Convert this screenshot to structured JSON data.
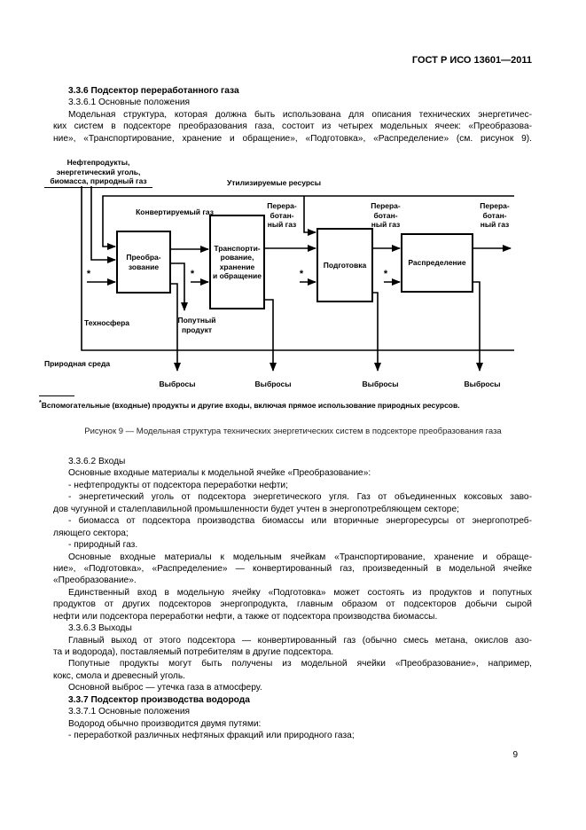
{
  "header": {
    "standard": "ГОСТ Р ИСО 13601—2011"
  },
  "page_number": "9",
  "top": {
    "lines": [
      "3.3.6 Подсектор переработанного газа",
      "3.3.6.1 Основные положения",
      "Модельная структура, которая должна быть использована для описания технических энергетичес-",
      "ких систем в подсекторе преобразования газа, состоит из четырех модельных ячеек: «Преобразова-",
      "ние», «Транспортирование, хранение и обращение», «Подготовка», «Распределение» (см. рисунок 9)."
    ]
  },
  "figure": {
    "input_label": {
      "lines": [
        "Нефтепродукты,",
        "энергетический уголь,",
        "биомасса, природный газ"
      ]
    },
    "utilized_resources": "Утилизируемые ресурсы",
    "converted_gas": "Конвертируемый газ",
    "processed_gas": {
      "lines": [
        "Перера-",
        "ботан-",
        "ный газ"
      ]
    },
    "boxes": {
      "conversion": {
        "lines": [
          "Преобра-",
          "зование"
        ]
      },
      "transport": {
        "lines": [
          "Транспорти-",
          "рование,",
          "хранение",
          "и обращение"
        ]
      },
      "preparation": "Подготовка",
      "distribution": "Распределение"
    },
    "technosphere": "Техносфера",
    "byproduct": {
      "lines": [
        "Попутный",
        "продукт"
      ]
    },
    "natural_environment": "Природная среда",
    "emissions": "Выбросы",
    "asterisk": "*",
    "footnote_marker": "*",
    "footnote": "Вспомогательные (входные) продукты и другие входы, включая прямое использование природных ресурсов.",
    "caption": "Рисунок 9 — Модельная структура технических энергетических систем в подсекторе преобразования газа"
  },
  "bottom": {
    "lines": [
      "3.3.6.2 Входы",
      "Основные входные материалы к модельной ячейке «Преобразование»:",
      "- нефтепродукты от подсектора переработки нефти;",
      "- энергетический уголь от подсектора энергетического угля. Газ от объединенных коксовых заво-",
      "дов чугунной и сталеплавильной промышленности будет учтен в энергопотребляющем секторе;",
      "- биомасса от подсектора производства биомассы или вторичные энергоресурсы от энергопотреб-",
      "ляющего сектора;",
      "- природный газ.",
      "Основные входные материалы к модельным ячейкам «Транспортирование, хранение и обраще-",
      "ние», «Подготовка», «Распределение» — конвертированный газ, произведенный в модельной ячейке",
      "«Преобразование».",
      "Единственный вход в модельную ячейку «Подготовка» может состоять из продуктов и попутных",
      "продуктов от других подсекторов энергопродукта, главным образом от подсекторов добычи сырой",
      "нефти или подсектора переработки нефти, а также от подсектора производства биомассы.",
      "3.3.6.3 Выходы",
      "Главный выход от этого подсектора — конвертированный газ (обычно смесь метана, окислов азо-",
      "та и водорода), поставляемый потребителям в другие подсектора.",
      "Попутные продукты могут быть получены из модельной ячейки «Преобразование», например,",
      "кокс, смола и древесный уголь.",
      "Основной выброс — утечка газа в атмосферу.",
      "3.3.7 Подсектор производства водорода",
      "3.3.7.1 Основные положения",
      "Водород обычно производится двумя путями:",
      "- переработкой различных нефтяных фракций или природного газа;"
    ]
  }
}
